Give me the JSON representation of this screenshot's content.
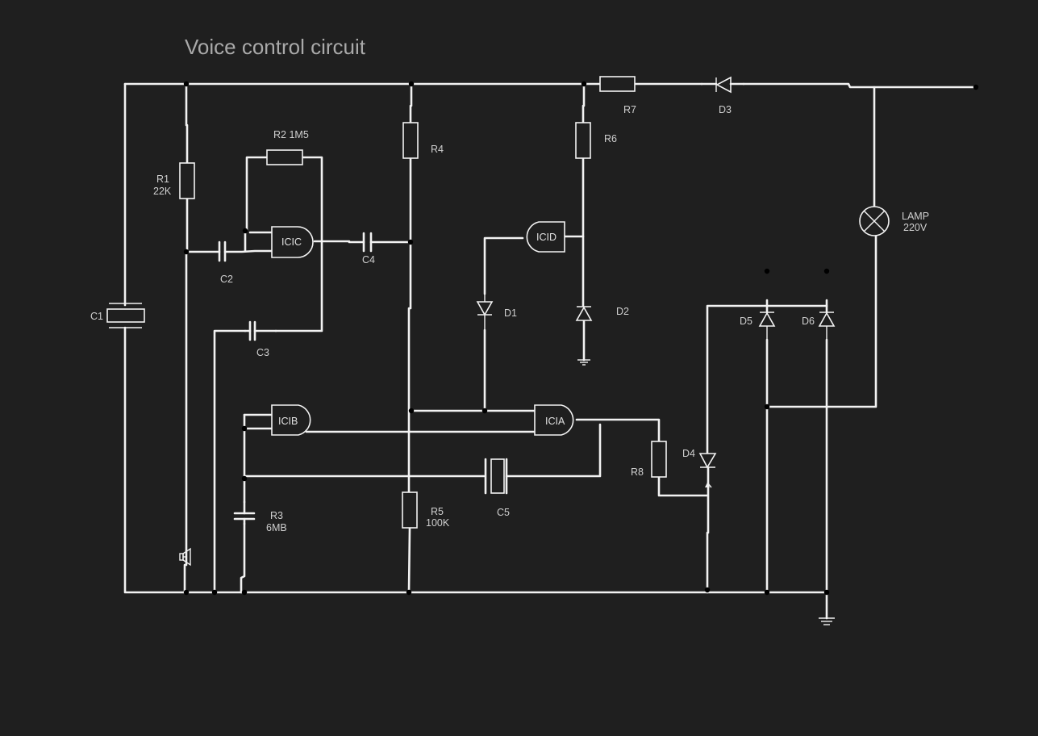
{
  "title": "Voice control circuit",
  "components": {
    "r1": {
      "name": "R1",
      "value": "22K"
    },
    "r2": {
      "name": "R2 1M5"
    },
    "r3": {
      "name": "R3",
      "value": "6MB"
    },
    "r4": {
      "name": "R4"
    },
    "r5": {
      "name": "R5",
      "value": "100K"
    },
    "r6": {
      "name": "R6"
    },
    "r7": {
      "name": "R7"
    },
    "r8": {
      "name": "R8"
    },
    "c1": {
      "name": "C1"
    },
    "c2": {
      "name": "C2"
    },
    "c3": {
      "name": "C3"
    },
    "c4": {
      "name": "C4"
    },
    "c5": {
      "name": "C5"
    },
    "d1": {
      "name": "D1"
    },
    "d2": {
      "name": "D2"
    },
    "d3": {
      "name": "D3"
    },
    "d4": {
      "name": "D4"
    },
    "d5": {
      "name": "D5"
    },
    "d6": {
      "name": "D6"
    },
    "icia": {
      "name": "ICIA"
    },
    "icib": {
      "name": "ICIB"
    },
    "icic": {
      "name": "ICIC"
    },
    "icid": {
      "name": "ICID"
    },
    "lamp": {
      "name": "LAMP",
      "value": "220V"
    }
  },
  "colors": {
    "background": "#1f1f1f",
    "wire": "#f2f2f2",
    "label": "#cfcfcf",
    "title": "#a9a9a9"
  }
}
